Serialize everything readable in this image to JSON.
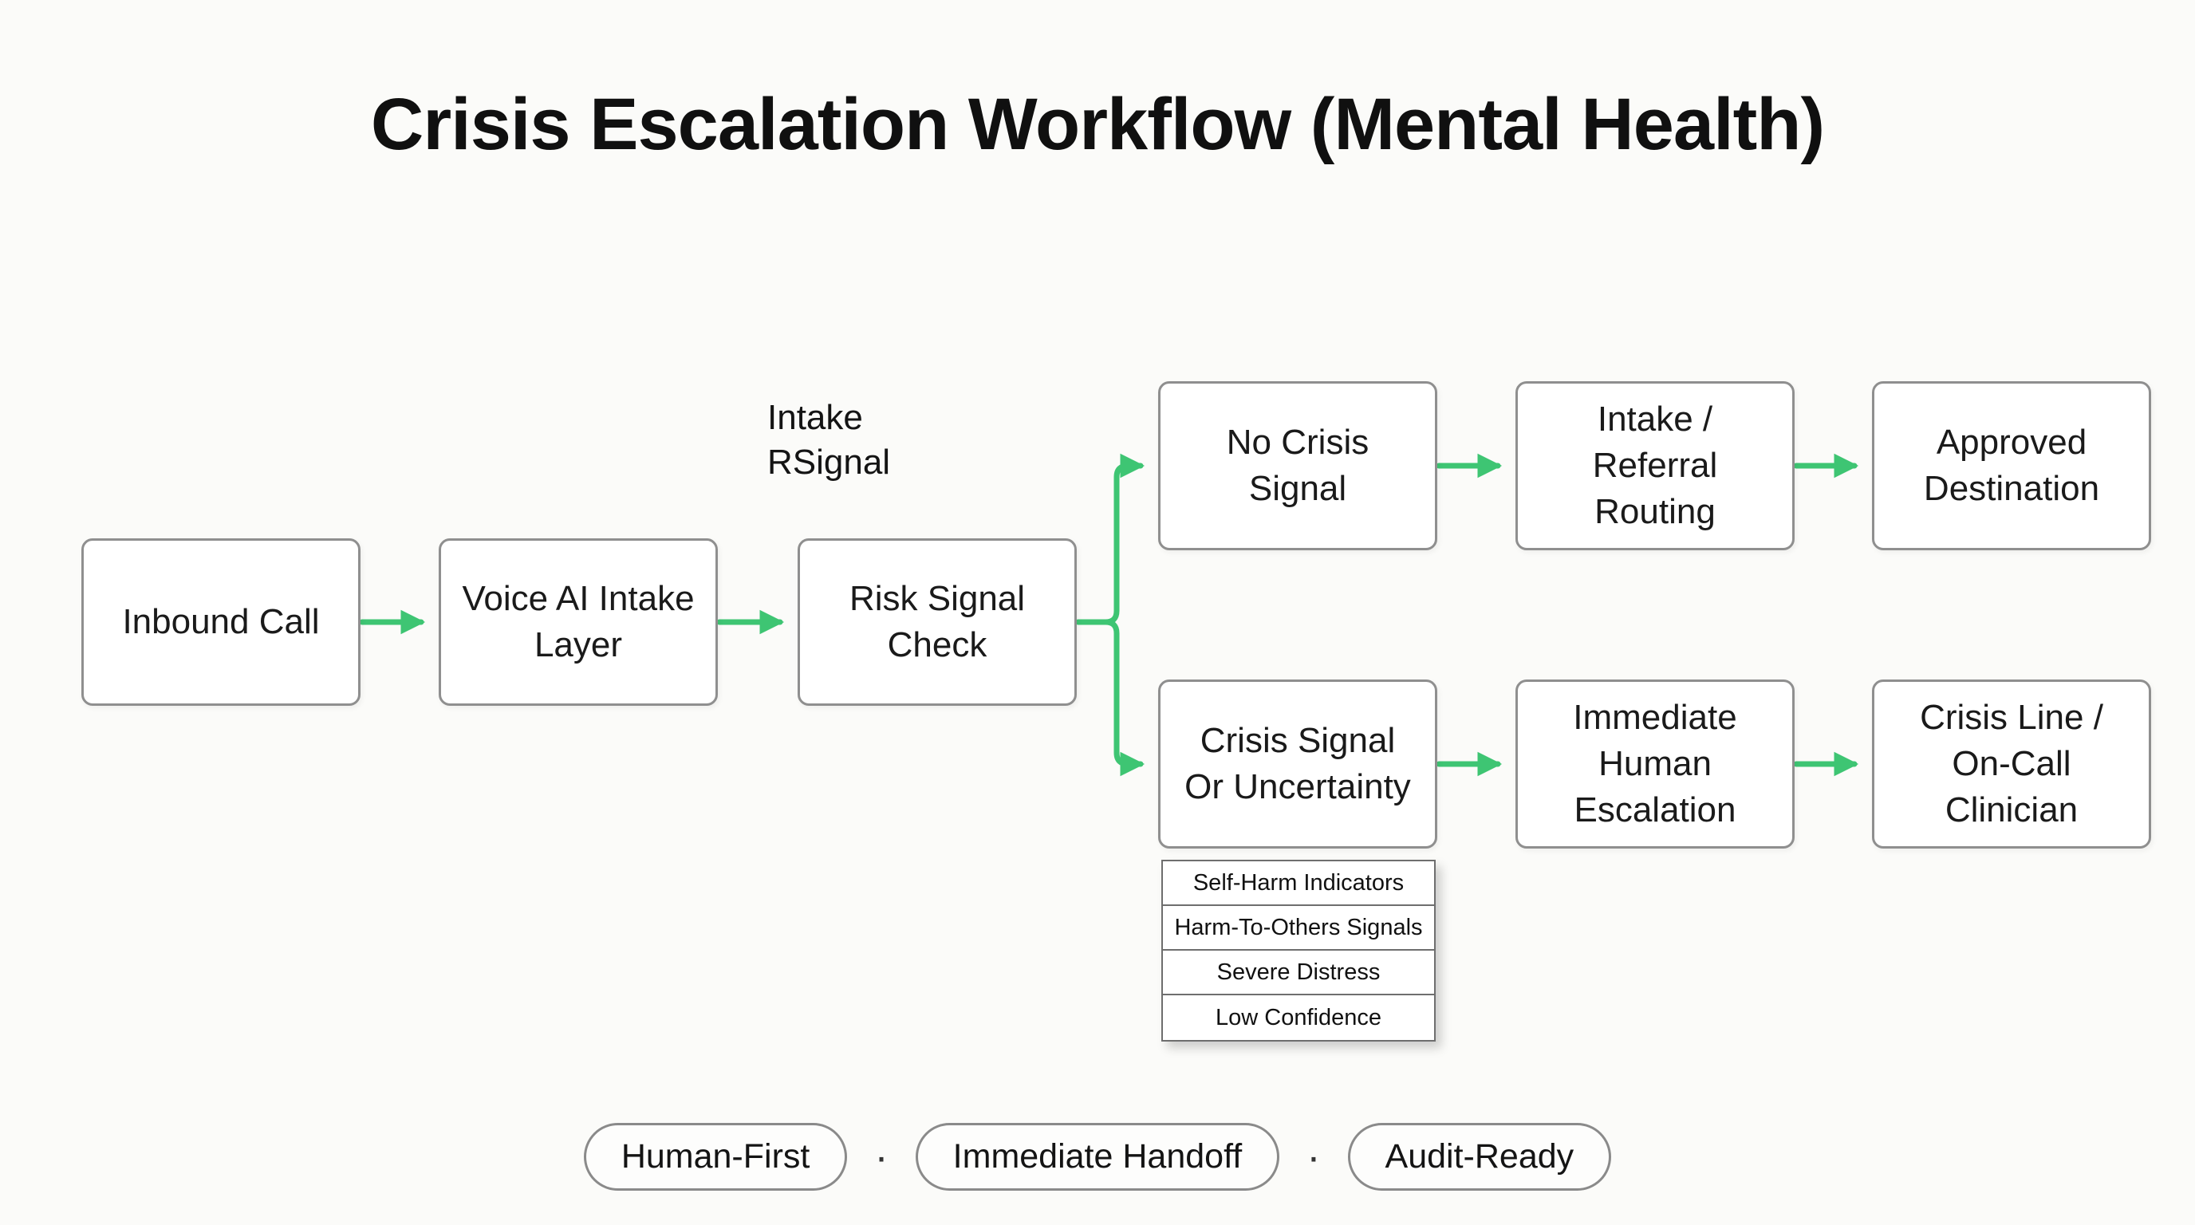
{
  "title": "Crisis Escalation Workflow (Mental Health)",
  "edge_label": {
    "line1": "Intake",
    "line2": "RSignal"
  },
  "nodes": {
    "inbound": {
      "label": "Inbound Call"
    },
    "voice_ai": {
      "label": "Voice AI Intake Layer"
    },
    "risk_check": {
      "label": "Risk Signal Check"
    },
    "no_crisis": {
      "label": "No Crisis Signal"
    },
    "intake_referral": {
      "label": "Intake / Referral Routing"
    },
    "approved": {
      "label": "Approved Destination"
    },
    "crisis_signal": {
      "label": "Crisis Signal Or Uncertainty"
    },
    "immediate_escalation": {
      "label": "Immediate Human Escalation"
    },
    "crisis_line": {
      "label": "Crisis Line / On-Call Clinician"
    }
  },
  "risk_indicators": [
    "Self-Harm Indicators",
    "Harm-To-Others Signals",
    "Severe Distress",
    "Low Confidence"
  ],
  "badges": [
    "Human-First",
    "Immediate Handoff",
    "Audit-Ready"
  ],
  "badge_separator": "·",
  "colors": {
    "arrow": "#3ec573",
    "box_border": "#8f8f8f",
    "background": "#fbfbf9"
  }
}
